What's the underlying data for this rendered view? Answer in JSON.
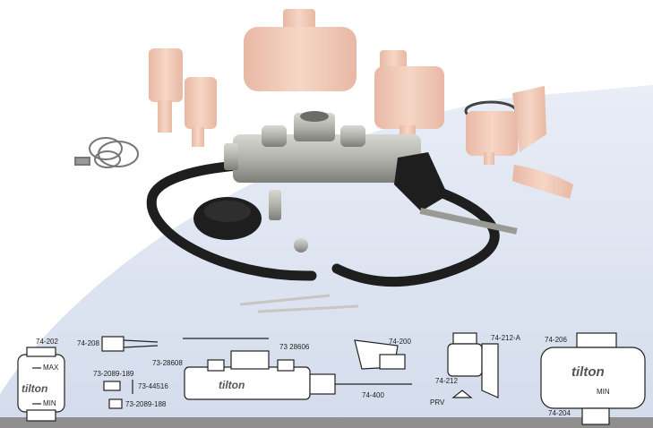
{
  "colors": {
    "background": "#ffffff",
    "backdrop": "#d4dcec",
    "backdrop_light": "#e8edf6",
    "strip": "#8f8f8f",
    "plastic": "#f6d6c6",
    "plastic_shade": "#e8b8a4",
    "metal": "#b2b2ac",
    "metal_dark": "#7e7e78",
    "rubber": "#1e1e1e"
  },
  "brand": {
    "logo_small": "tilton",
    "logo_body": "tilton",
    "logo_large": "tilton"
  },
  "diagram": {
    "reservoir_small": {
      "part": "74-202",
      "max": "MAX",
      "min": "MIN"
    },
    "fittings": {
      "banjo": "74-208",
      "adapter_a": "73-2089-189",
      "adapter_b": "73-44516",
      "adapter_c": "73-2089-188"
    },
    "master_cylinder": {
      "fitting_left": "73-28608",
      "fitting_right": "73 28606",
      "pushrod": "74-400"
    },
    "cap": "74-200",
    "remote": {
      "top": "74-212-A",
      "bracket": "74-212",
      "valve": "PRV"
    },
    "reservoir_large": {
      "cap": "74-206",
      "body": "74-204",
      "min": "MIN"
    }
  }
}
